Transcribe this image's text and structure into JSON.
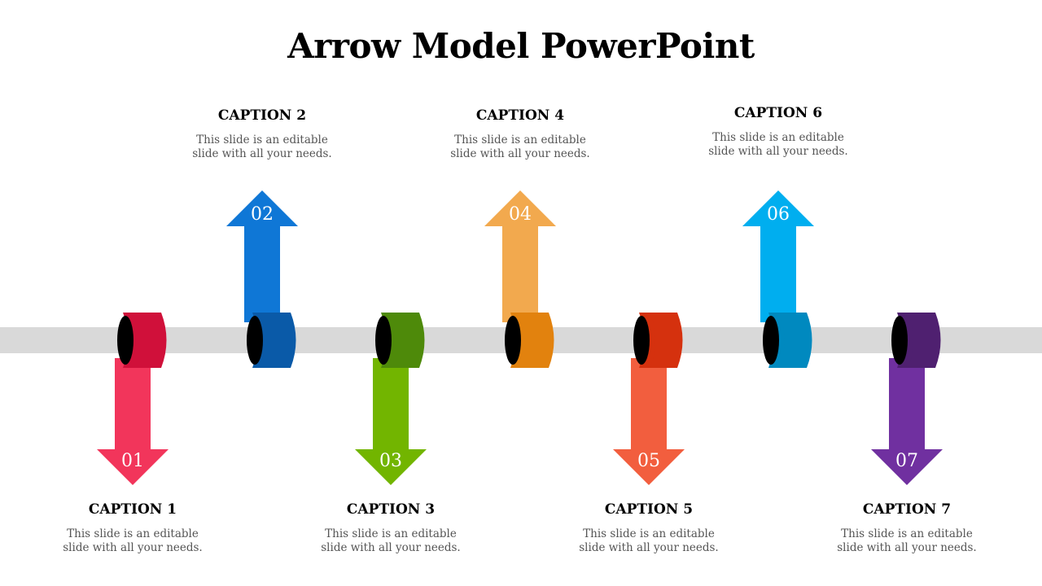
{
  "slide": {
    "title": "Arrow Model PowerPoint"
  },
  "steps": [
    {
      "number": "01",
      "caption": "CAPTION 1",
      "text_line1": "This slide is an editable",
      "text_line2": "slide with all your needs.",
      "direction": "down",
      "color": "#F2355B",
      "ring_color": "#D0103A"
    },
    {
      "number": "02",
      "caption": "CAPTION 2",
      "text_line1": "This slide is an editable",
      "text_line2": "slide with all your needs.",
      "direction": "up",
      "color": "#0F77D6",
      "ring_color": "#0A5AA8"
    },
    {
      "number": "03",
      "caption": "CAPTION 3",
      "text_line1": "This slide is an editable",
      "text_line2": "slide with all your needs.",
      "direction": "down",
      "color": "#72B500",
      "ring_color": "#4E8A0A"
    },
    {
      "number": "04",
      "caption": "CAPTION 4",
      "text_line1": "This slide is an editable",
      "text_line2": "slide with all your needs.",
      "direction": "up",
      "color": "#F2A94E",
      "ring_color": "#E2820E"
    },
    {
      "number": "05",
      "caption": "CAPTION 5",
      "text_line1": "This slide is an editable",
      "text_line2": "slide with all your needs.",
      "direction": "down",
      "color": "#F25E3E",
      "ring_color": "#D5310E"
    },
    {
      "number": "06",
      "caption": "CAPTION 6",
      "text_line1": "This slide is an editable",
      "text_line2": "slide with all your needs.",
      "direction": "up",
      "color": "#00AEEF",
      "ring_color": "#0089BF"
    },
    {
      "number": "07",
      "caption": "CAPTION 7",
      "text_line1": "This slide is an editable",
      "text_line2": "slide with all your needs.",
      "direction": "down",
      "color": "#7030A0",
      "ring_color": "#4F2070"
    }
  ],
  "colors": {
    "band": "#D9D9D9",
    "ring_inner": "#000000"
  }
}
